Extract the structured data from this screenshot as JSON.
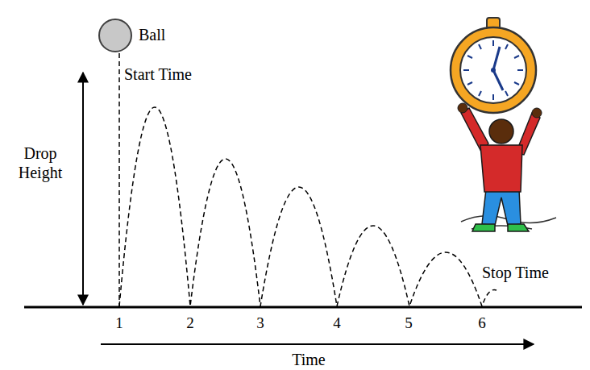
{
  "diagram": {
    "labels": [
      "Ball",
      "Start Time",
      "Drop Height",
      "Stop Time",
      "1",
      "2",
      "3",
      "4",
      "5",
      "6",
      "Time"
    ]
  }
}
